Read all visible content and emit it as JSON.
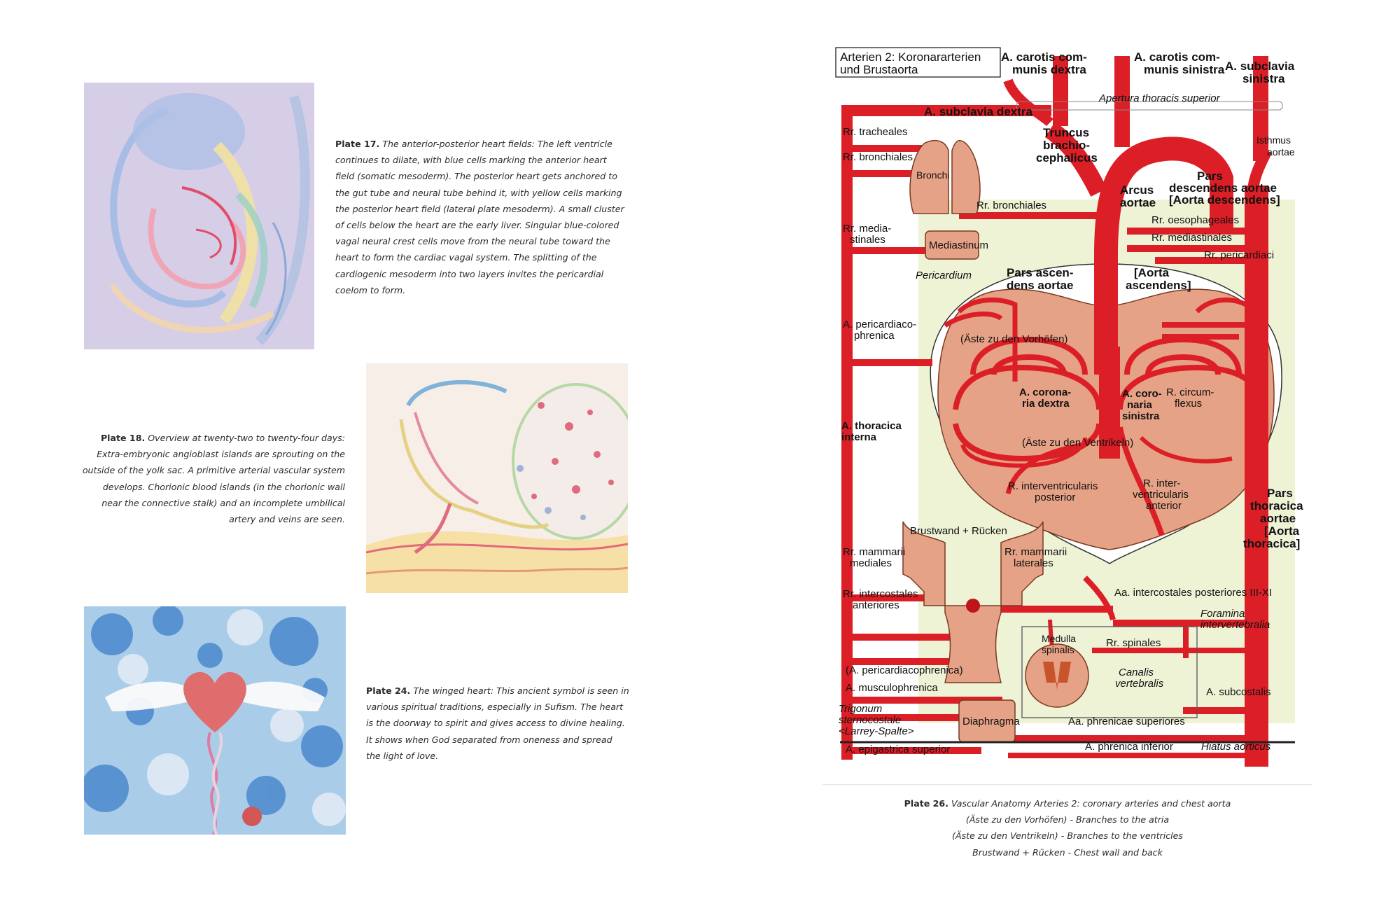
{
  "plates": {
    "p17": {
      "label": "Plate 17.",
      "lines": [
        "The anterior-posterior heart fields: The left ventricle",
        "continues to dilate, with blue cells marking the anterior heart",
        "field (somatic mesoderm). The posterior heart gets anchored to",
        "the gut tube and neural tube behind it, with yellow cells marking",
        "the posterior heart field (lateral plate mesoderm). A small cluster",
        "of cells below the heart are the early liver. Singular blue-colored",
        "vagal neural crest cells move from the neural tube toward the",
        "heart to form the cardiac vagal system. The splitting of the",
        "cardiogenic mesoderm into two layers invites the pericardial",
        "coelom to form."
      ]
    },
    "p18": {
      "label": "Plate 18.",
      "lines": [
        "Overview at twenty-two to twenty-four days:",
        "Extra-embryonic angioblast islands are sprouting on the",
        "outside of the yolk sac. A primitive arterial vascular system",
        "develops. Chorionic blood islands (in the chorionic wall",
        "near the connective stalk) and an incomplete umbilical",
        "artery and veins are seen."
      ]
    },
    "p24": {
      "label": "Plate 24.",
      "lines": [
        "The winged heart: This ancient symbol is seen in",
        "various spiritual traditions, especially in Sufism. The heart",
        "is the doorway to spirit and gives access to divine healing.",
        "It shows when God separated from oneness and spread",
        "the light of love."
      ]
    },
    "p26": {
      "label": "Plate 26.",
      "lines": [
        "Vascular Anatomy Arteries 2: coronary arteries and chest aorta",
        "(Äste zu den Vorhöfen) - Branches to the atria",
        "(Äste zu den Ventrikeln) - Branches to the ventricles",
        "Brustwand + Rücken - Chest wall and back"
      ]
    }
  },
  "diagram": {
    "colors": {
      "artery": "#dc1f26",
      "background": "#eef3d6",
      "organ": "#e6a286",
      "organ_stroke": "#7a3a22"
    },
    "title": [
      "Arterien 2: Koronararterien",
      "und Brustaorta"
    ],
    "labels": {
      "carotis_dextra": [
        "A. carotis com-",
        "munis dextra"
      ],
      "carotis_sinistra": [
        "A. carotis com-",
        "munis sinistra"
      ],
      "subclavia_sinistra": [
        "A. subclavia",
        "sinistra"
      ],
      "apertura": "Apertura thoracis superior",
      "subclavia_dextra": "A. subclavia dextra",
      "tracheales": "Rr. tracheales",
      "truncus": [
        "Truncus",
        "brachio-",
        "cephalicus"
      ],
      "isthmus": [
        "Isthmus",
        "aortae"
      ],
      "bronchiales_l": "Rr. bronchiales",
      "bronchi": "Bronchi",
      "bronchiales_r": "Rr. bronchiales",
      "arcus": [
        "Arcus",
        "aortae"
      ],
      "pars_desc": [
        "Pars",
        "descendens aortae",
        "[Aorta descendens]"
      ],
      "oesophageales": "Rr. oesophageales",
      "mediastinales": "Rr. mediastinales",
      "media_stinales": [
        "Rr. media-",
        "stinales"
      ],
      "mediastinum": "Mediastinum",
      "pericardiaci": "Rr. pericardiaci",
      "pericardium": "Pericardium",
      "pars_asc": [
        "Pars ascen-",
        "dens aortae"
      ],
      "aorta_asc": [
        "[Aorta",
        "ascendens]"
      ],
      "pericardiacophrenica": [
        "A. pericardiaco-",
        "phrenica"
      ],
      "aeste_vorhoefe": "(Äste zu den Vorhöfen)",
      "cor_dextra": [
        "A. corona-",
        "ria dextra"
      ],
      "cor_sinistra": [
        "A. coro-",
        "naria",
        "sinistra"
      ],
      "circumflexus": [
        "R. circum-",
        "flexus"
      ],
      "thoracica_interna": [
        "A. thoracica",
        "interna"
      ],
      "aeste_ventrikel": "(Äste zu den Ventrikeln)",
      "ivp": [
        "R. interventricularis",
        "posterior"
      ],
      "iva": [
        "R. inter-",
        "ventricularis",
        "anterior"
      ],
      "pars_thor": [
        "Pars",
        "thoracica",
        "aortae",
        "[Aorta",
        "thoracica]"
      ],
      "brustwand": "Brustwand + Rücken",
      "mammarii_med": [
        "Rr. mammarii",
        "mediales"
      ],
      "mammarii_lat": [
        "Rr. mammarii",
        "laterales"
      ],
      "intercost_post": "Aa. intercostales posteriores III-XI",
      "intercost_ant": [
        "Rr. intercostales",
        "anteriores"
      ],
      "foramina": [
        "Foramina",
        "intervertebralia"
      ],
      "medulla": [
        "Medulla",
        "spinalis"
      ],
      "spinales": "Rr. spinales",
      "pcp_paren": "(A. pericardiacophrenica)",
      "canalis": [
        "Canalis",
        "vertebralis"
      ],
      "musculophrenica": "A. musculophrenica",
      "subcostalis": "A. subcostalis",
      "trigonum": [
        "Trigonum",
        "sternocostale",
        "<Larrey-Spalte>"
      ],
      "phrenicae_sup": "Aa. phrenicae superiores",
      "diaphragma": "Diaphragma",
      "epigastrica": "A. epigastrica superior",
      "phrenica_inf": "A. phrenica inferior",
      "hiatus": "Hiatus aorticus"
    }
  }
}
